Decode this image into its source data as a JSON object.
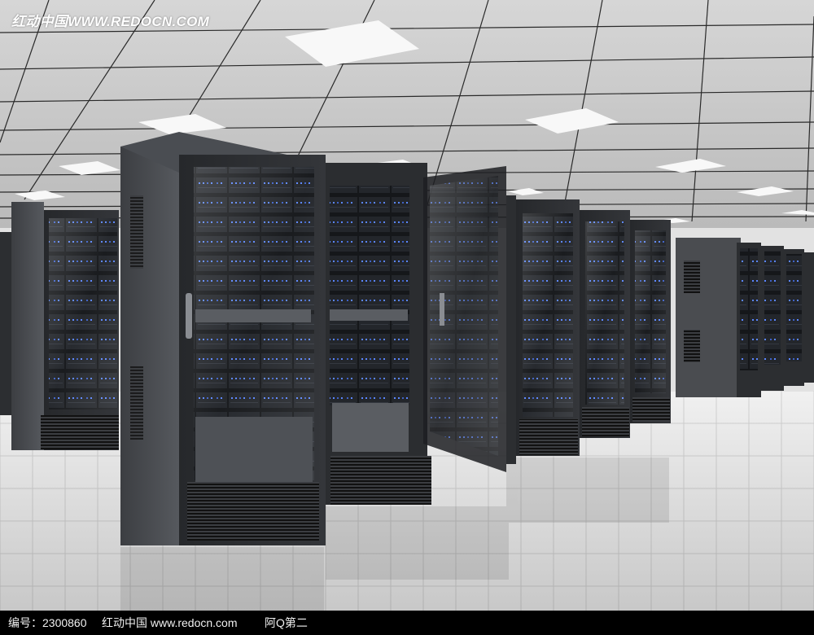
{
  "watermark": {
    "text": "红动中国WWW.REDOCN.COM"
  },
  "footer": {
    "id_text": "编号：2300860",
    "site_text": "红动中国 www.redocn.com",
    "author_text": "阿Q第二"
  },
  "colors": {
    "ceiling": "#c9c9c9",
    "floor": "#dcdcdc",
    "rack": "#2f3134",
    "server_led": "#4a6fd8",
    "footer_bg": "#000000"
  }
}
